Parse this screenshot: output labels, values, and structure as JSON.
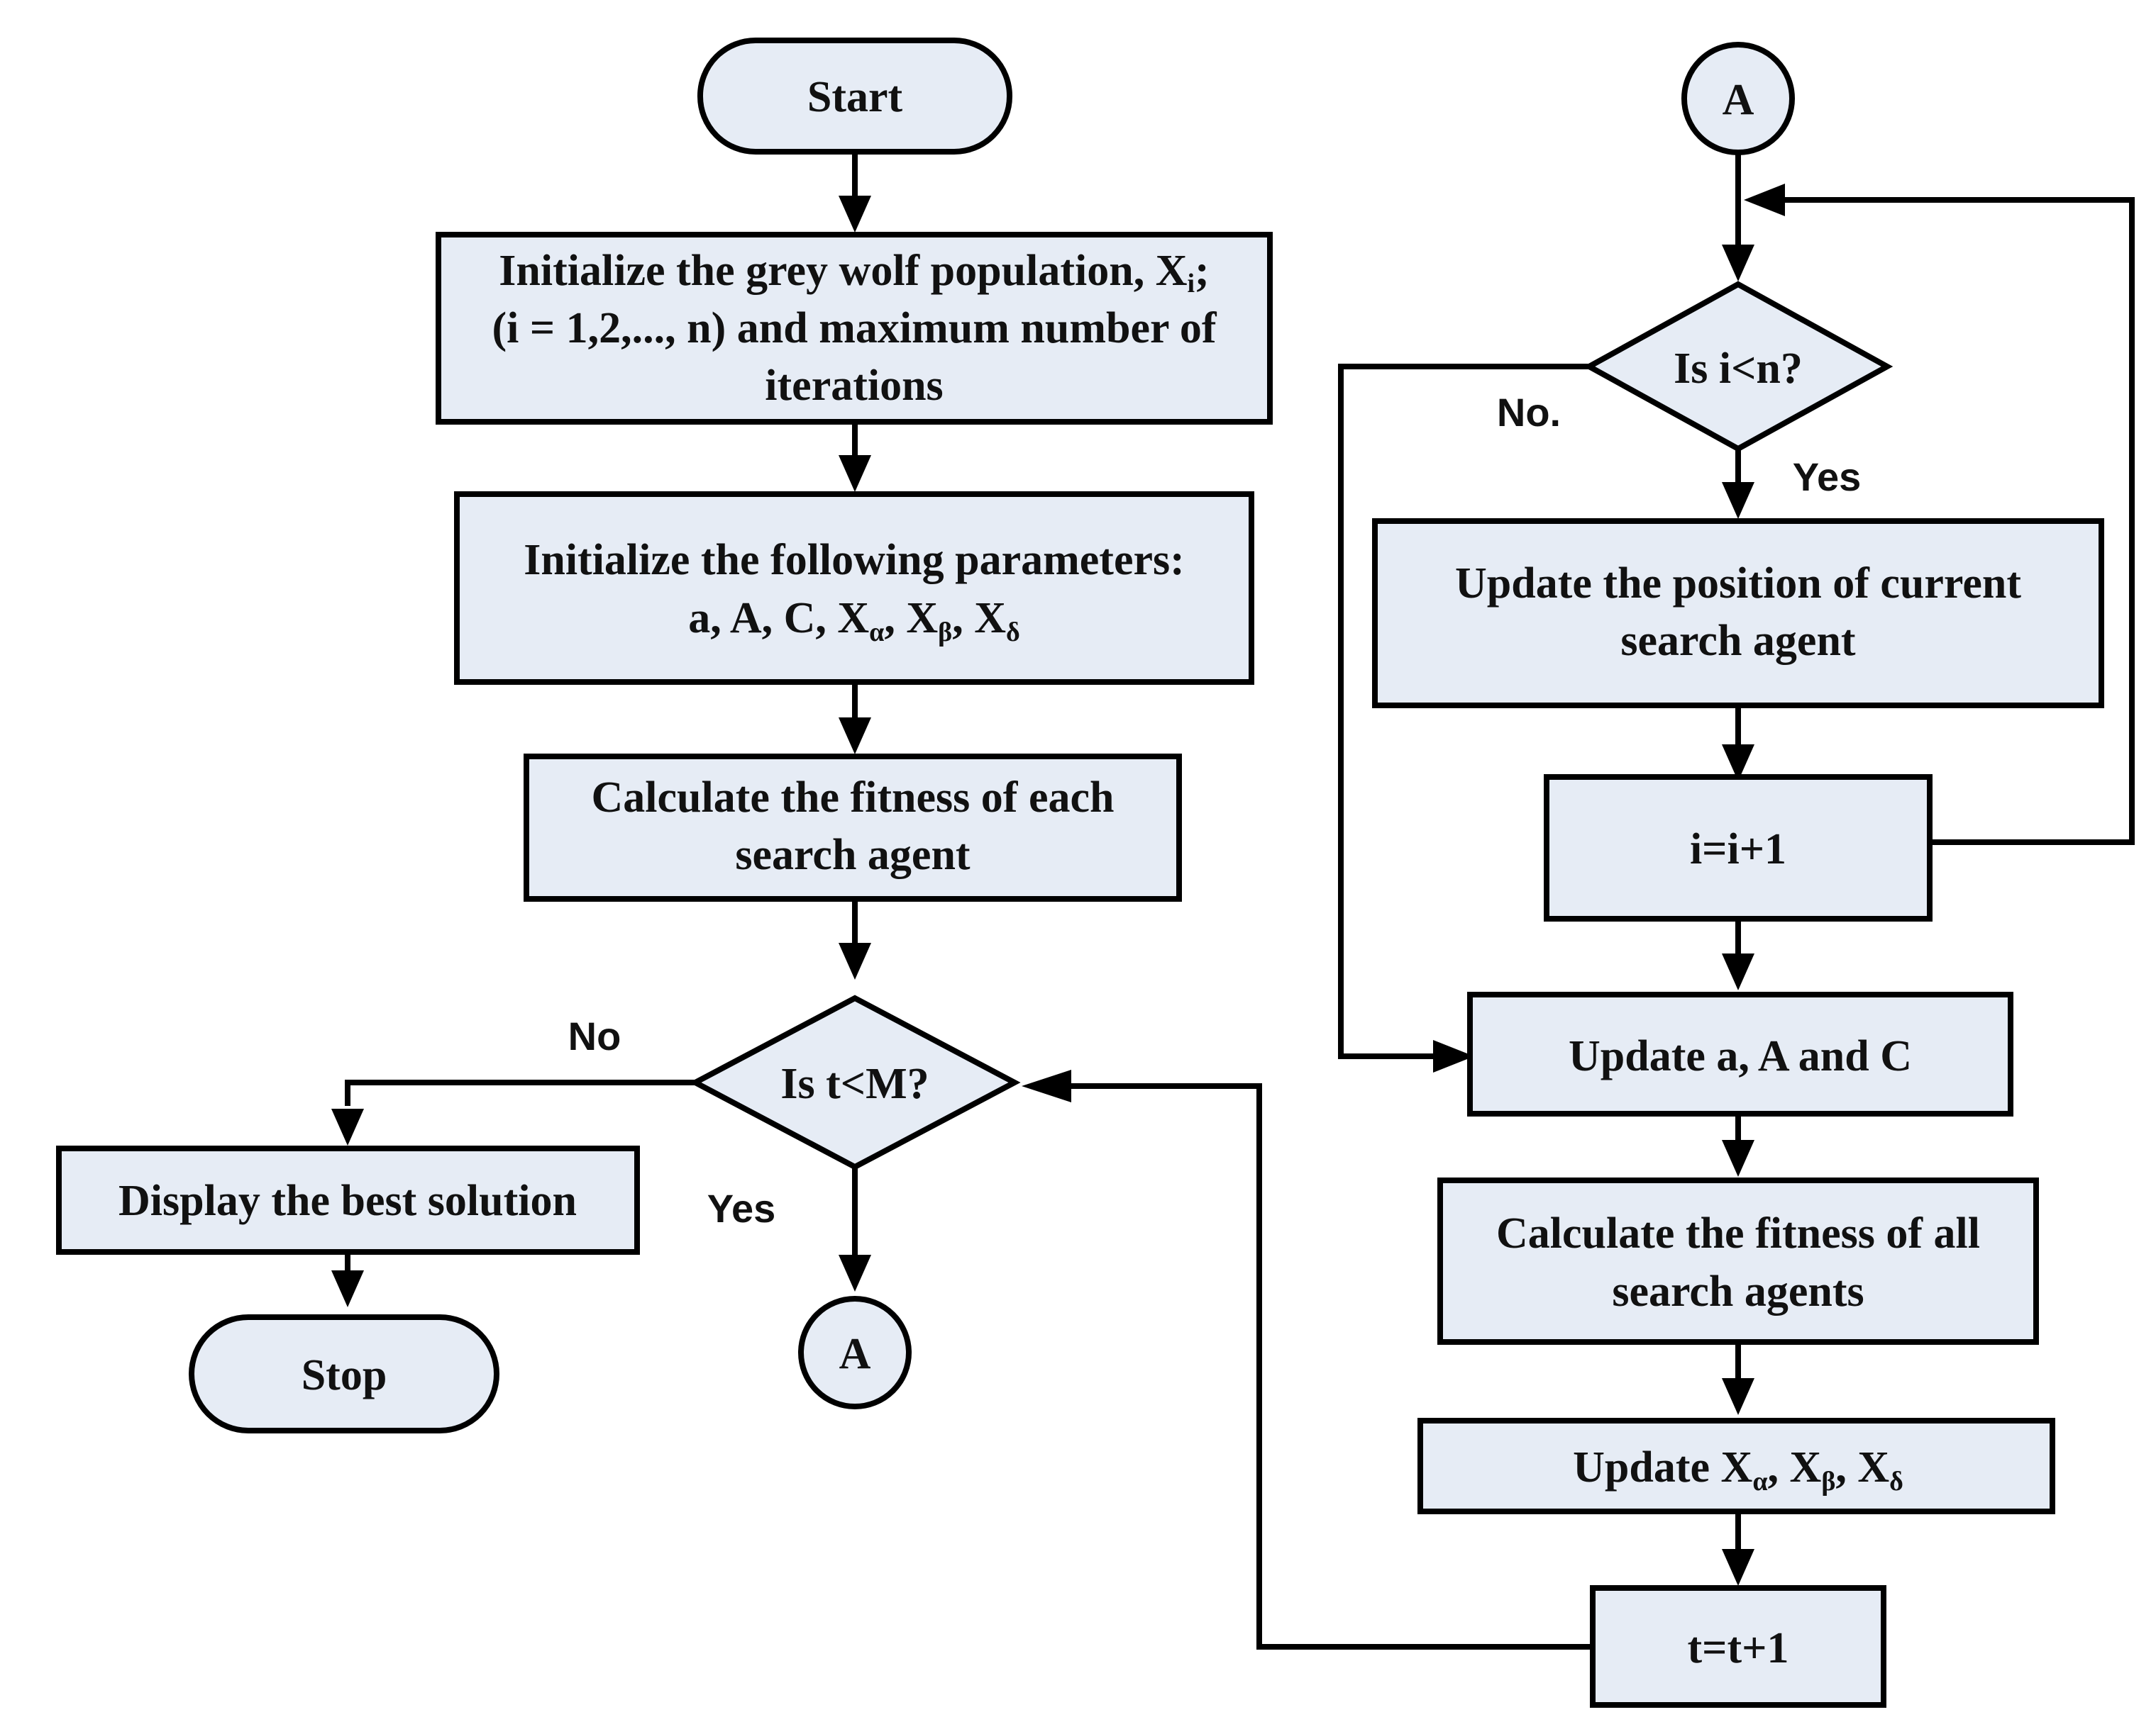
{
  "nodes": {
    "start": "Start",
    "init_pop": {
      "line1_pre": "Initialize the grey wolf population, X",
      "line1_sub": "i",
      "line1_post": ";",
      "line2": "(i = 1,2,..., n) and maximum number of",
      "line3": "iterations"
    },
    "init_params": {
      "line1": "Initialize the following parameters:",
      "line2_pre": "a, A, C, X",
      "sub_alpha": "α",
      "sep1": ", X",
      "sub_beta": "β",
      "sep2": ", X",
      "sub_delta": "δ"
    },
    "calc_fitness_each": {
      "line1": "Calculate the fitness of each",
      "line2": "search agent"
    },
    "is_t_lt_m": "Is t<M?",
    "display_best": "Display the best solution",
    "stop": "Stop",
    "connector_bottom": "A",
    "connector_top": "A",
    "is_i_lt_n": "Is i<n?",
    "update_position": {
      "line1": "Update the position of current",
      "line2": "search agent"
    },
    "i_increment": "i=i+1",
    "update_aAC": "Update a, A and C",
    "calc_fitness_all": {
      "line1": "Calculate the fitness of all",
      "line2": "search agents"
    },
    "update_leaders": {
      "pre": "Update X",
      "sub_alpha": "α",
      "sep1": ", X",
      "sub_beta": "β",
      "sep2": ", X",
      "sub_delta": "δ"
    },
    "t_increment": "t=t+1"
  },
  "edge_labels": {
    "no_left": "No",
    "yes_left": "Yes",
    "no_right": "No.",
    "yes_right": "Yes"
  }
}
